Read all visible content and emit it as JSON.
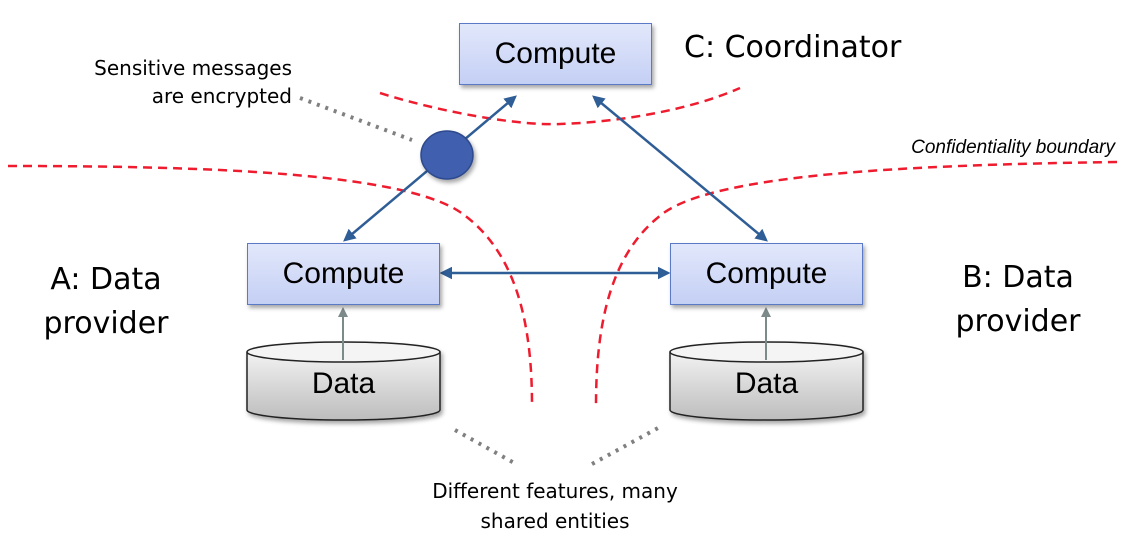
{
  "coordinator": {
    "label": "C: Coordinator",
    "compute_label": "Compute"
  },
  "party_a": {
    "label_line1": "A: Data",
    "label_line2": "provider",
    "compute_label": "Compute",
    "data_label": "Data"
  },
  "party_b": {
    "label_line1": "B: Data",
    "label_line2": "provider",
    "compute_label": "Compute",
    "data_label": "Data"
  },
  "annotations": {
    "encrypted_line1": "Sensitive messages",
    "encrypted_line2": "are encrypted",
    "boundary": "Confidentiality boundary",
    "shared_line1": "Different features, many",
    "shared_line2": "shared entities"
  },
  "colors": {
    "boundary": "#ee1c2e",
    "arrow": "#2f5d96",
    "box_border": "#5a79c7",
    "message_dot": "#3f5fae",
    "leader": "#808080"
  }
}
